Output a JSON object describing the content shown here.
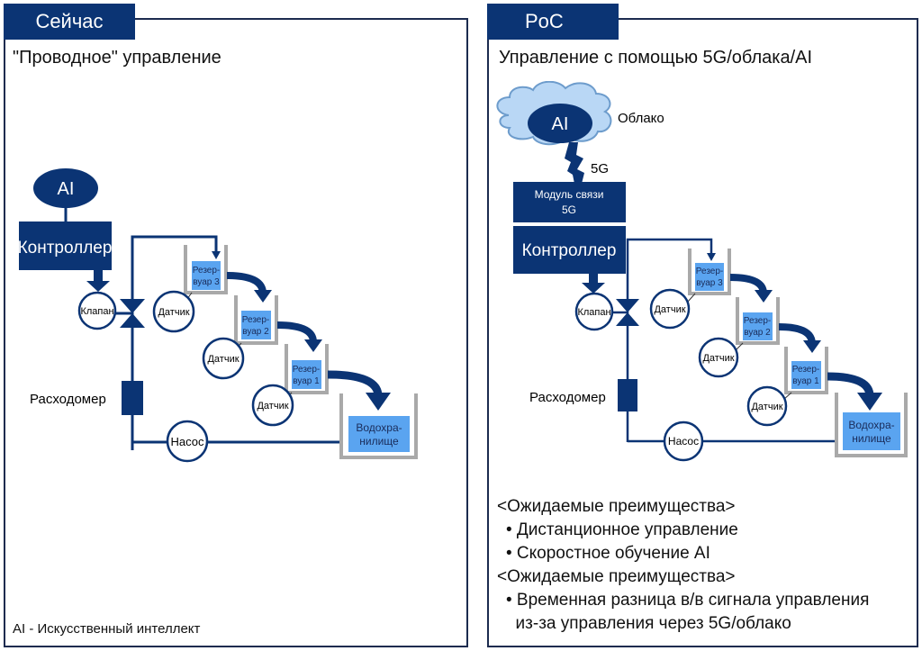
{
  "colors": {
    "navy": "#0b3474",
    "tank_water": "#5aa4f0",
    "tank_wall": "#a9a9a9",
    "cloud_fill": "#b9d7f5",
    "cloud_stroke": "#6d9ccc",
    "border": "#1c2b4f"
  },
  "left_panel": {
    "tab_label": "Сейчас",
    "heading": "\"Проводное\" управление",
    "ai_label": "AI",
    "controller_label": "Контроллер",
    "valve_label": "Клапан",
    "flowmeter_label": "Расходомер",
    "pump_label": "Насос",
    "tanks": [
      {
        "line1": "Резер-",
        "line2": "вуар 3",
        "sensor": "Датчик"
      },
      {
        "line1": "Резер-",
        "line2": "вуар 2",
        "sensor": "Датчик"
      },
      {
        "line1": "Резер-",
        "line2": "вуар 1",
        "sensor": "Датчик"
      }
    ],
    "reservoir": {
      "line1": "Водохра-",
      "line2": "нилище"
    },
    "footnote": "AI - Искусственный интеллект"
  },
  "right_panel": {
    "tab_label": "PoC",
    "heading": "Управление с помощью 5G/облака/AI",
    "ai_label": "AI",
    "cloud_label": "Облако",
    "link_label": "5G",
    "module_line1": "Модуль связи",
    "module_line2": "5G",
    "controller_label": "Контроллер",
    "valve_label": "Клапан",
    "flowmeter_label": "Расходомер",
    "pump_label": "Насос",
    "tanks": [
      {
        "line1": "Резер-",
        "line2": "вуар 3",
        "sensor": "Датчик"
      },
      {
        "line1": "Резер-",
        "line2": "вуар 2",
        "sensor": "Датчик"
      },
      {
        "line1": "Резер-",
        "line2": "вуар 1",
        "sensor": "Датчик"
      }
    ],
    "reservoir": {
      "line1": "Водохра-",
      "line2": "нилище"
    },
    "benefits": [
      "<Ожидаемые преимущества>",
      "• Дистанционное управление",
      "• Скоростное обучение AI",
      "<Ожидаемые преимущества>",
      "• Временная разница в/в сигнала управления",
      "  из-за управления через 5G/облако"
    ]
  }
}
